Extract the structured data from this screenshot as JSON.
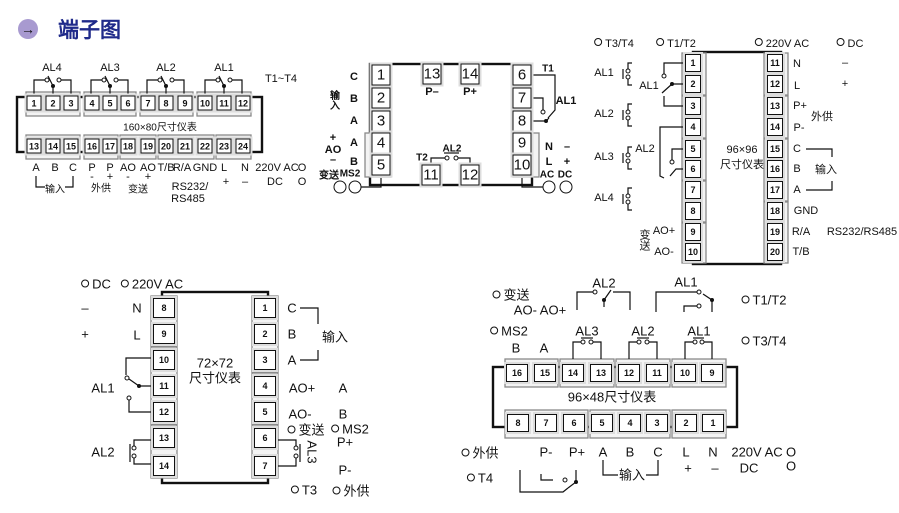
{
  "header": {
    "title": "端子图",
    "icon": "arrow-right-circle-icon"
  },
  "d1": {
    "terminals": [
      "1",
      "2",
      "3",
      "4",
      "5",
      "6",
      "7",
      "8",
      "9",
      "10",
      "11",
      "12",
      "13",
      "14",
      "15",
      "16",
      "17",
      "18",
      "19",
      "20",
      "21",
      "22",
      "23",
      "24"
    ],
    "labels": [
      "AL4",
      "AL3",
      "AL2",
      "AL1",
      "T1~T4",
      "160×80尺寸仪表",
      "A",
      "B",
      "C",
      "P",
      "P",
      "AO",
      "AO",
      "T/B",
      "R/A",
      "GND",
      "L",
      "N",
      "220V AC",
      "O",
      "-",
      "+",
      "-",
      "+",
      "+",
      "–",
      "DC",
      "O",
      "输入",
      "外供",
      "变送",
      "RS232/",
      "RS485"
    ]
  },
  "d2": {
    "terminals": [
      "1",
      "2",
      "3",
      "4",
      "5",
      "6",
      "7",
      "8",
      "9",
      "10",
      "11",
      "12",
      "13",
      "14"
    ],
    "labels": [
      "C",
      "B",
      "A",
      "A",
      "B",
      "输入",
      "+",
      "AO",
      "–",
      "变送",
      "MS2",
      "P–",
      "P+",
      "T1",
      "AL1",
      "AL2",
      "T2",
      "N",
      "–",
      "L",
      "+",
      "AC",
      "DC"
    ]
  },
  "d3": {
    "terminals": [
      "1",
      "2",
      "3",
      "4",
      "5",
      "6",
      "7",
      "8",
      "9",
      "10",
      "11",
      "12",
      "13",
      "14",
      "15",
      "16",
      "17",
      "18",
      "19",
      "20"
    ],
    "labels": [
      "T3/T4",
      "T1/T2",
      "220V AC",
      "DC",
      "N",
      "L",
      "P+",
      "P-",
      "C",
      "B",
      "A",
      "GND",
      "R/A",
      "T/B",
      "外供",
      "输入",
      "–",
      "+",
      "RS232/RS485",
      "AL1",
      "AL2",
      "AL3",
      "AL4",
      "AL1",
      "AL2",
      "变送",
      "AO+",
      "AO-",
      "96×96",
      "尺寸仪表"
    ]
  },
  "d4": {
    "terminals": [
      "8",
      "9",
      "10",
      "11",
      "12",
      "13",
      "14",
      "1",
      "2",
      "3",
      "4",
      "5",
      "6",
      "7"
    ],
    "labels": [
      "DC",
      "220V AC",
      "N",
      "L",
      "–",
      "+",
      "AL1",
      "AL2",
      "C",
      "B",
      "A",
      "输入",
      "AO+",
      "AO-",
      "A",
      "B",
      "变送",
      "MS2",
      "P+",
      "AL3",
      "P-",
      "T3",
      "外供",
      "72×72",
      "尺寸仪表"
    ]
  },
  "d5": {
    "terminals": [
      "16",
      "15",
      "14",
      "13",
      "12",
      "11",
      "10",
      "9",
      "8",
      "7",
      "6",
      "5",
      "4",
      "3",
      "2",
      "1"
    ],
    "labels": [
      "变送",
      "AO- AO+",
      "MS2",
      "B",
      "A",
      "AL3",
      "AL2",
      "AL1",
      "AL2",
      "AL1",
      "T1/T2",
      "T3/T4",
      "96×48尺寸仪表",
      "外供",
      "P-",
      "P+",
      "A",
      "B",
      "C",
      "L",
      "N",
      "220V AC",
      "O",
      "+",
      "–",
      "DC",
      "O",
      "输入",
      "T4"
    ]
  }
}
